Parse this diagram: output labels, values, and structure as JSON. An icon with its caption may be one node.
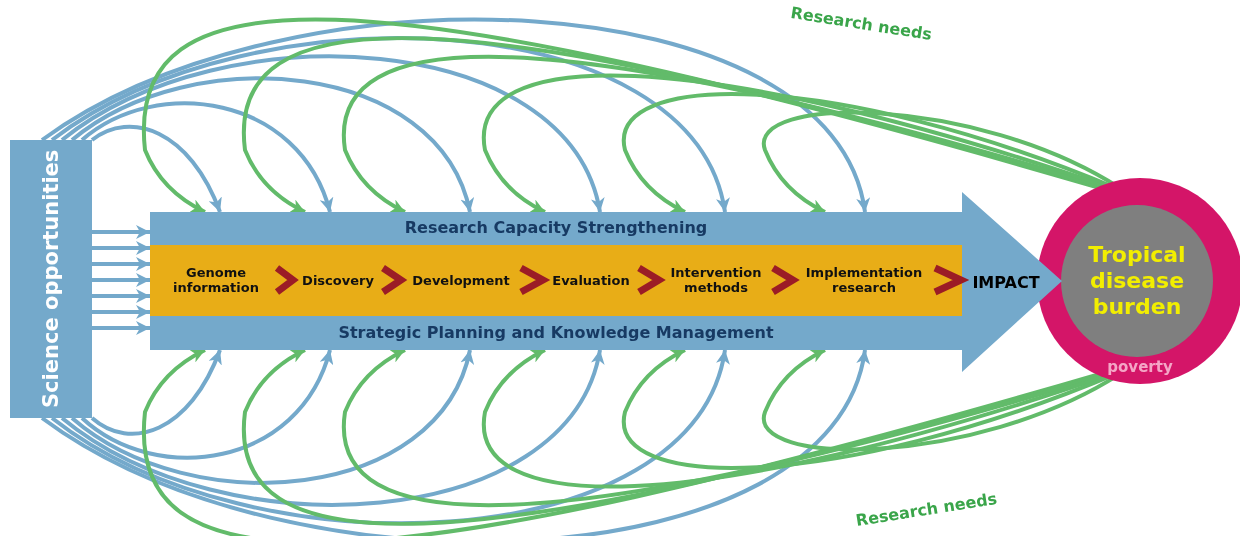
{
  "diagram": {
    "nodes": [
      {
        "text": [
          "Science opportunities"
        ]
      },
      {
        "text": [
          "Research Capacity Strengthening",
          "Strategic Planning and Knowledge Management"
        ]
      },
      {
        "text": [],
        "shape": "bar",
        "in": 1
      },
      {
        "text": [
          "Genome information"
        ],
        "in": 2
      },
      {
        "text": [
          "Discovery"
        ],
        "in": 2
      },
      {
        "text": [
          "Development"
        ],
        "in": 2
      },
      {
        "text": [
          "Evaluation"
        ],
        "in": 2
      },
      {
        "text": [
          "Intervention methods"
        ],
        "in": 2
      },
      {
        "text": [
          "Implementation research"
        ],
        "in": 2
      },
      {
        "text": [
          "IMPACT"
        ],
        "in": 1
      },
      {
        "text": [
          "poverty"
        ]
      },
      {
        "text": [
          "Tropical disease burden"
        ],
        "in": 10
      }
    ],
    "edges": [
      {
        "from": 0,
        "to": 1,
        "arrow": "to"
      },
      {
        "from": 0,
        "to": 1,
        "arrow": "to"
      },
      {
        "from": 0,
        "to": 1,
        "arrow": "to"
      },
      {
        "from": 0,
        "to": 1,
        "arrow": "to"
      },
      {
        "from": 0,
        "to": 1,
        "arrow": "to"
      },
      {
        "from": 0,
        "to": 1,
        "arrow": "to"
      },
      {
        "from": 0,
        "to": 1,
        "arrow": "to"
      },
      {
        "from": 0,
        "to": 1,
        "arrow": "to"
      },
      {
        "from": 0,
        "to": 1,
        "arrow": "to"
      },
      {
        "from": 0,
        "to": 1,
        "arrow": "to"
      },
      {
        "from": 0,
        "to": 1,
        "arrow": "to"
      },
      {
        "from": 0,
        "to": 1,
        "arrow": "to"
      },
      {
        "from": 0,
        "to": 1,
        "arrow": "to"
      },
      {
        "from": 0,
        "to": 1,
        "arrow": "to"
      },
      {
        "from": 0,
        "to": 1,
        "arrow": "to"
      },
      {
        "from": 0,
        "to": 1,
        "arrow": "to"
      },
      {
        "from": 0,
        "to": 1,
        "arrow": "to"
      },
      {
        "from": 0,
        "to": 1,
        "arrow": "to"
      },
      {
        "from": 0,
        "to": 1,
        "arrow": "to"
      },
      {
        "from": 10,
        "to": 1,
        "arrow": "to",
        "color": "#62bb6a"
      },
      {
        "from": 10,
        "to": 1,
        "arrow": "to",
        "color": "#62bb6a"
      },
      {
        "from": 10,
        "to": 1,
        "arrow": "to",
        "color": "#62bb6a"
      },
      {
        "from": 10,
        "to": 1,
        "arrow": "to",
        "color": "#62bb6a"
      },
      {
        "from": 10,
        "to": 1,
        "arrow": "to",
        "color": "#62bb6a"
      },
      {
        "from": 10,
        "to": 1,
        "arrow": "to",
        "color": "#62bb6a"
      },
      {
        "from": 10,
        "to": 1,
        "arrow": "to",
        "color": "#62bb6a"
      },
      {
        "from": 10,
        "to": 1,
        "arrow": "to",
        "color": "#62bb6a"
      },
      {
        "from": 10,
        "to": 1,
        "arrow": "to",
        "color": "#62bb6a"
      },
      {
        "from": 10,
        "to": 1,
        "arrow": "to",
        "color": "#62bb6a"
      },
      {
        "from": 10,
        "to": 1,
        "arrow": "to",
        "color": "#62bb6a"
      },
      {
        "from": 10,
        "to": 1,
        "arrow": "to",
        "color": "#62bb6a"
      },
      {
        "from": 3,
        "to": 4,
        "arrow": "to",
        "color": "#9b1c26"
      },
      {
        "from": 4,
        "to": 5,
        "arrow": "to",
        "color": "#9b1c26"
      },
      {
        "from": 5,
        "to": 6,
        "arrow": "to",
        "color": "#9b1c26"
      },
      {
        "from": 6,
        "to": 7,
        "arrow": "to",
        "color": "#9b1c26"
      },
      {
        "from": 7,
        "to": 8,
        "arrow": "to",
        "color": "#9b1c26"
      },
      {
        "from": 8,
        "to": 9,
        "arrow": "to",
        "color": "#9b1c26"
      }
    ],
    "labels": [
      "Research needs",
      "Research needs"
    ]
  }
}
